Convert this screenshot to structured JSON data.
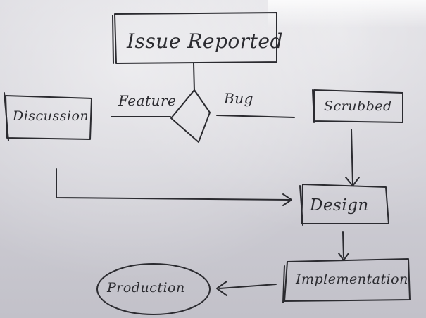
{
  "nodes": {
    "issue_reported": "Issue Reported",
    "discussion": "Discussion",
    "scrubbed": "Scrubbed",
    "design": "Design",
    "implementation": "Implementation",
    "production": "Production"
  },
  "edges": {
    "feature": "Feature",
    "bug": "Bug"
  },
  "colors": {
    "ink": "#2b2b30",
    "board": "#d3d2d8"
  }
}
